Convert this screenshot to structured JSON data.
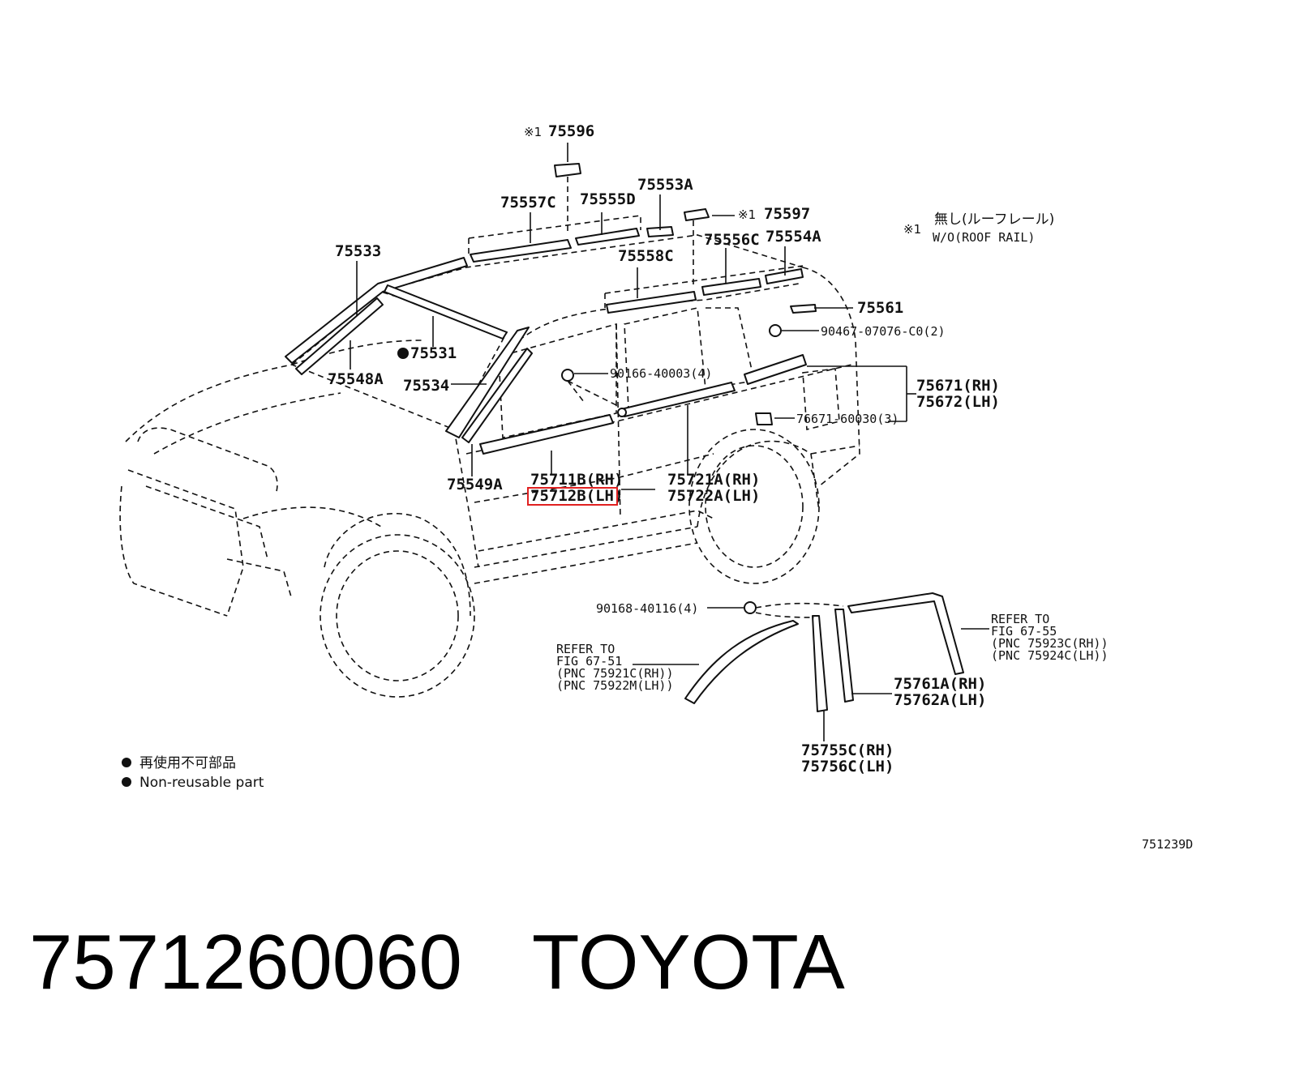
{
  "callouts": {
    "p75596": "75596",
    "p75557C": "75557C",
    "p75555D": "75555D",
    "p75553A": "75553A",
    "p75597": "75597",
    "p75533": "75533",
    "p75558C": "75558C",
    "p75556C": "75556C",
    "p75554A": "75554A",
    "p75561": "75561",
    "p90467": "90467-07076-C0(2)",
    "p75531": "75531",
    "p75548A": "75548A",
    "p75534": "75534",
    "p90166": "90166-40003(4)",
    "p75671": "75671(RH)",
    "p75672": "75672(LH)",
    "p76671": "76671-60030(3)",
    "p75549A": "75549A",
    "p75711B": "75711B(RH)",
    "p75712B": "75712B(LH)",
    "p75721A": "75721A(RH)",
    "p75722A": "75722A(LH)",
    "p90168": "90168-40116(4)",
    "p75761A": "75761A(RH)",
    "p75762A": "75762A(LH)",
    "p75755C": "75755C(RH)",
    "p75756C": "75756C(LH)"
  },
  "mark_symbol": "※1",
  "roof_rail_note": {
    "jp": "無し(ルーフレール)",
    "en": "W/O(ROOF RAIL)"
  },
  "refer_left": {
    "line1": "REFER TO",
    "line2": "FIG  67-51",
    "line3": "(PNC  75921C(RH))",
    "line4": "(PNC  75922M(LH))"
  },
  "refer_right": {
    "line1": "REFER TO",
    "line2": "FIG  67-55",
    "line3": "(PNC  75923C(RH))",
    "line4": "(PNC  75924C(LH))"
  },
  "legend": {
    "jp": "再使用不可部品",
    "en": "Non-reusable part"
  },
  "figure_id": "751239D",
  "footer": {
    "part_number": "7571260060",
    "brand": "TOYOTA"
  },
  "highlight_color": "#e02020"
}
